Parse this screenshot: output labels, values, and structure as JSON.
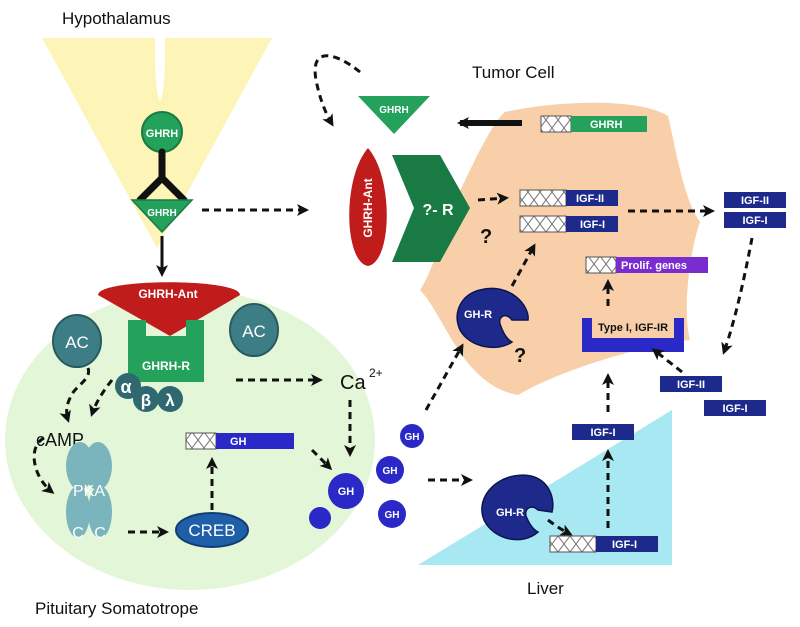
{
  "regions": {
    "hypothalamus": "Hypothalamus",
    "tumor_cell": "Tumor Cell",
    "pituitary": "Pituitary Somatotrope",
    "liver": "Liver"
  },
  "molecules": {
    "ghrh": "GHRH",
    "ghrh_ant": "GHRH-Ant",
    "ghrh_r": "GHRH-R",
    "unknown_r": "?- R",
    "ac": "AC",
    "camp": "cAMP",
    "pka": "PKA",
    "c": "C",
    "creb": "CREB",
    "ca": "Ca",
    "ca_sup": "2+",
    "gh": "GH",
    "gh_r": "GH-R",
    "igf_i": "IGF-I",
    "igf_ii": "IGF-II",
    "igf_ir": "Type I, IGF-IR",
    "prolif": "Prolif. genes",
    "question": "?",
    "alpha": "α",
    "beta": "β",
    "lambda": "λ"
  },
  "colors": {
    "hypothalamus_fill": "#fdf4b8",
    "tumor_fill": "#f8cfa8",
    "pituitary_fill": "#e3f6d7",
    "liver_fill": "#a8e8f2",
    "green": "#24a15a",
    "dark_green": "#1a7a43",
    "red": "#c11c1c",
    "navy": "#1d2a8c",
    "blue": "#2b28c8",
    "teal": "#3d7e86",
    "purple": "#7a2ccf",
    "black": "#111111"
  }
}
